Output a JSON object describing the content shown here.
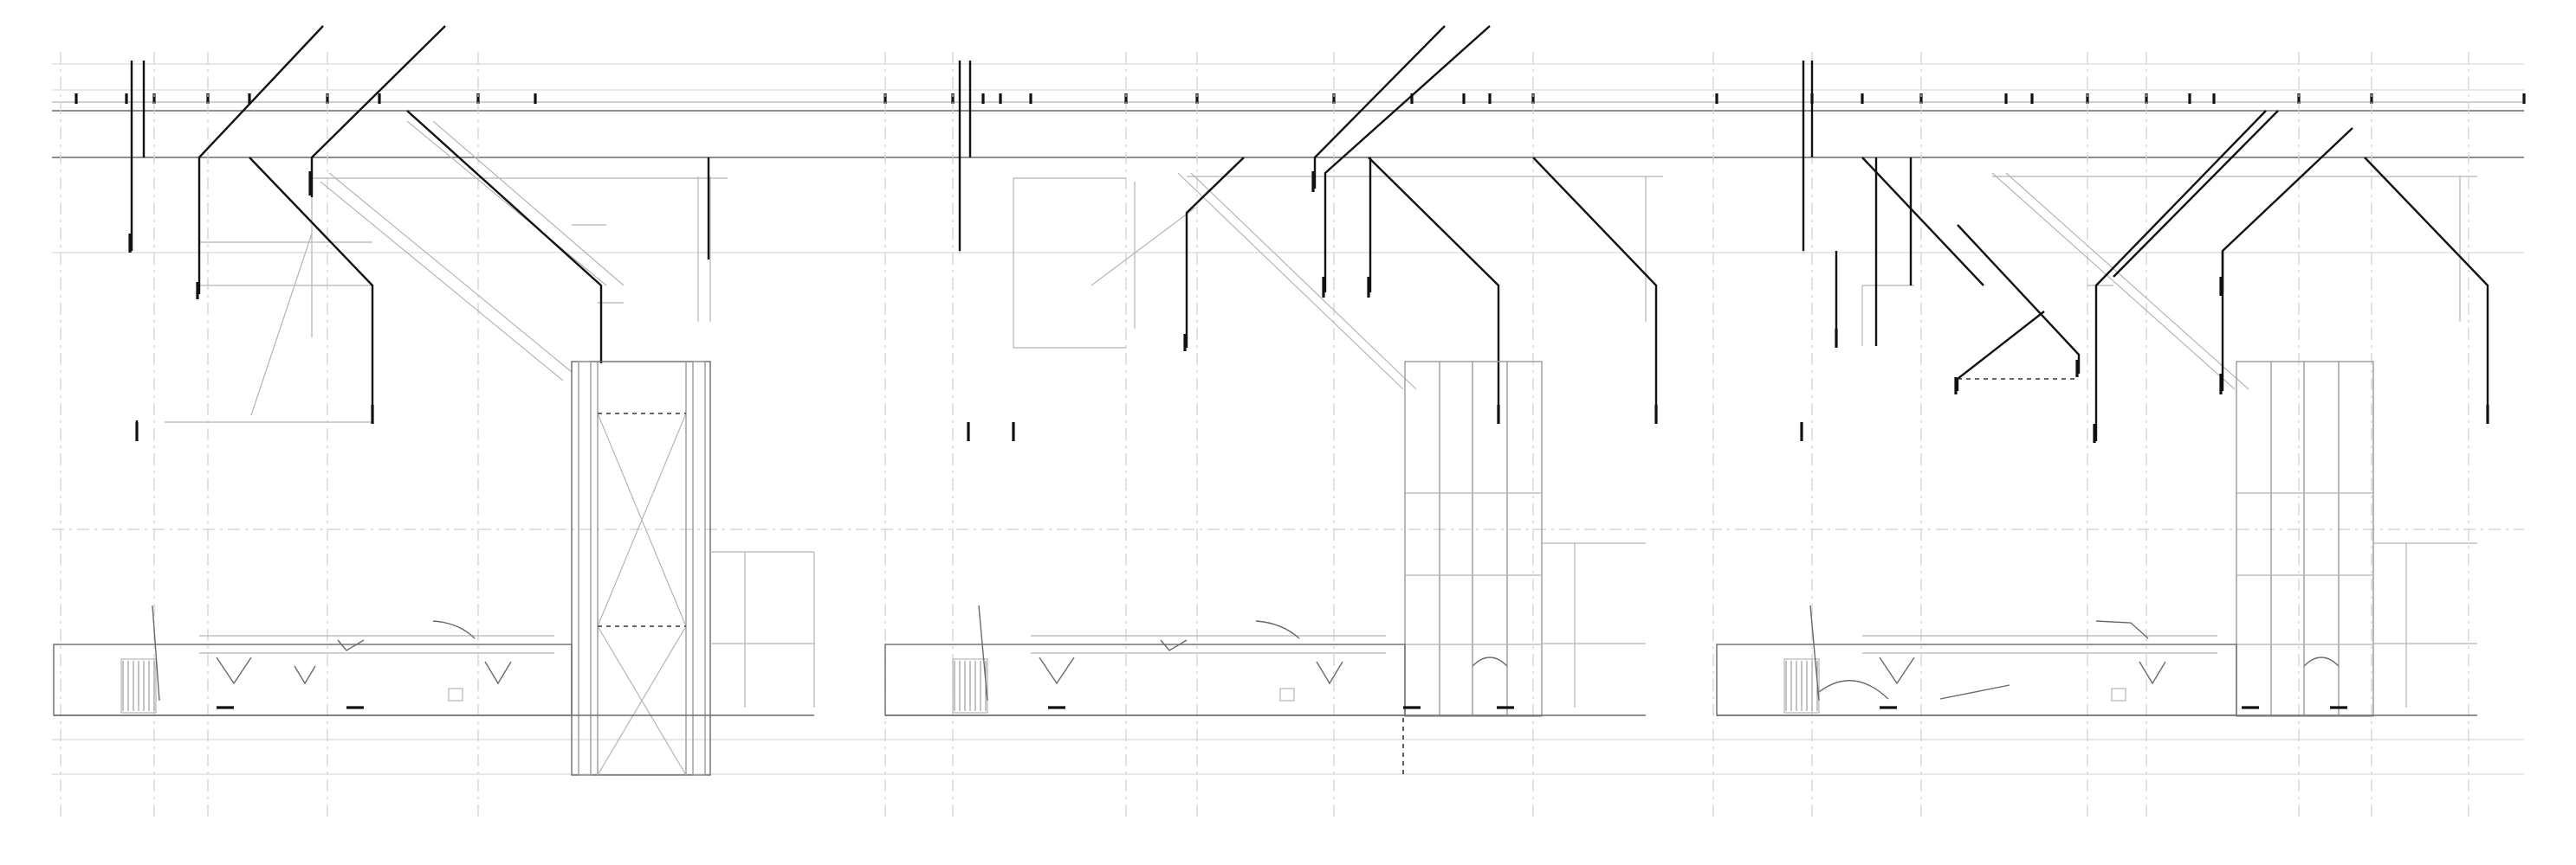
{
  "drawing": {
    "panels": [
      {
        "id": "section-a",
        "variant": "cross-braced-tower"
      },
      {
        "id": "section-b",
        "variant": "open-tower"
      },
      {
        "id": "section-c",
        "variant": "open-tower-with-truss"
      }
    ],
    "colors": {
      "background": "#ffffff",
      "heavy_line": "#111111",
      "light_line": "#b5b5b5"
    }
  }
}
